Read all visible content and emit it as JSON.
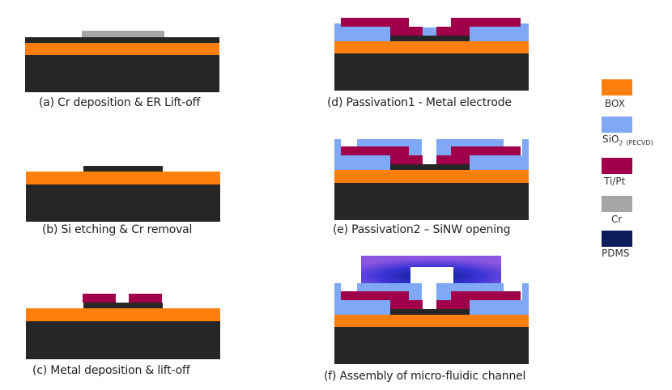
{
  "colors": {
    "substrate": "#262626",
    "box": "#ff7f0e",
    "sio2": "#7fa8f5",
    "tipt": "#a0004a",
    "cr": "#a6a6a6",
    "pdms": "#0d1a5c",
    "pdms_light": "#4a33d1"
  },
  "steps": [
    {
      "id": "a",
      "caption": "(a) Cr deposition & ER Lift-off"
    },
    {
      "id": "b",
      "caption": "(b) Si etching & Cr removal"
    },
    {
      "id": "c",
      "caption": "(c) Metal deposition & lift-off"
    },
    {
      "id": "d",
      "caption": "(d) Passivation1 - Metal electrode"
    },
    {
      "id": "e",
      "caption": "(e) Passivation2 – SiNW opening"
    },
    {
      "id": "f",
      "caption": "(f) Assembly of micro-fluidic channel"
    }
  ],
  "legend": [
    {
      "key": "box",
      "label": "BOX",
      "color": "#ff7f0e"
    },
    {
      "key": "sio2",
      "label": "SiO",
      "sub_number": "2",
      "sub_note": "(PECVD)",
      "color": "#7fa8f5"
    },
    {
      "key": "tipt",
      "label": "Ti/Pt",
      "color": "#a0004a"
    },
    {
      "key": "cr",
      "label": "Cr",
      "color": "#a6a6a6"
    },
    {
      "key": "pdms",
      "label": "PDMS",
      "color": "#0d1a5c"
    }
  ]
}
